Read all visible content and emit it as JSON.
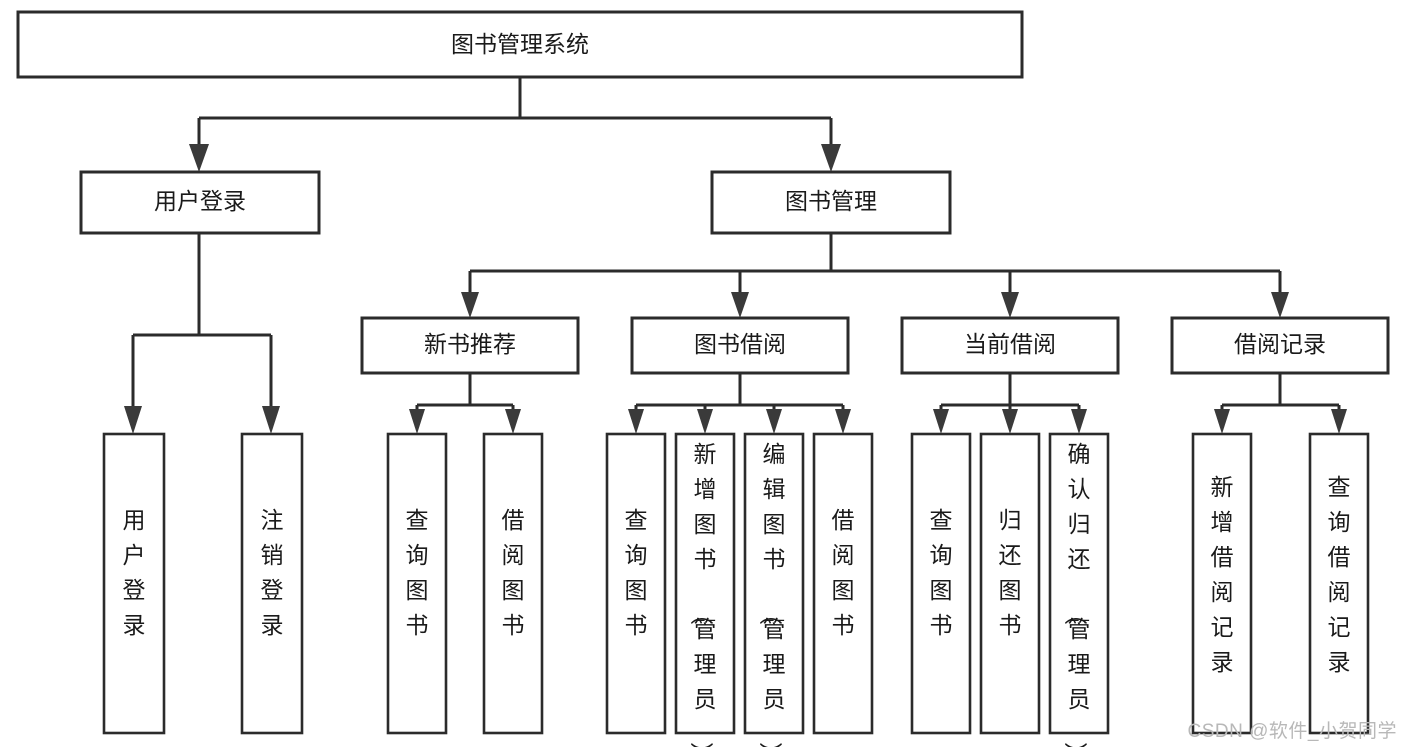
{
  "diagram": {
    "type": "tree",
    "title": "图书管理系统",
    "watermark": "CSDN @软件_小贺同学",
    "colors": {
      "background": "#ffffff",
      "box_stroke": "#2b2b2b",
      "box_fill": "#ffffff",
      "text": "#1a1a1a",
      "arrow": "#3a3a3a",
      "watermark": "#b8b8b8"
    },
    "root": {
      "label": "图书管理系统",
      "orientation": "horizontal"
    },
    "level2": [
      {
        "id": "user-login",
        "label": "用户登录",
        "orientation": "horizontal"
      },
      {
        "id": "book-manage",
        "label": "图书管理",
        "orientation": "horizontal"
      }
    ],
    "level3": [
      {
        "id": "new-book-recommend",
        "label": "新书推荐",
        "orientation": "horizontal",
        "parent": "book-manage"
      },
      {
        "id": "book-borrow",
        "label": "图书借阅",
        "orientation": "horizontal",
        "parent": "book-manage"
      },
      {
        "id": "current-borrow",
        "label": "当前借阅",
        "orientation": "horizontal",
        "parent": "book-manage"
      },
      {
        "id": "borrow-record",
        "label": "借阅记录",
        "orientation": "horizontal",
        "parent": "book-manage"
      }
    ],
    "leaves": [
      {
        "id": "leaf-user-login",
        "label": "用户登录",
        "orientation": "vertical",
        "parent": "user-login"
      },
      {
        "id": "leaf-user-logout",
        "label": "注销登录",
        "orientation": "vertical",
        "parent": "user-login"
      },
      {
        "id": "leaf-query-book-1",
        "label": "查询图书",
        "orientation": "vertical",
        "parent": "new-book-recommend"
      },
      {
        "id": "leaf-borrow-book-1",
        "label": "借阅图书",
        "orientation": "vertical",
        "parent": "new-book-recommend"
      },
      {
        "id": "leaf-query-book-2",
        "label": "查询图书",
        "orientation": "vertical",
        "parent": "book-borrow"
      },
      {
        "id": "leaf-add-book",
        "label": "新增图书（管理员）",
        "orientation": "vertical",
        "parent": "book-borrow"
      },
      {
        "id": "leaf-edit-book",
        "label": "编辑图书（管理员）",
        "orientation": "vertical",
        "parent": "book-borrow"
      },
      {
        "id": "leaf-borrow-book-2",
        "label": "借阅图书",
        "orientation": "vertical",
        "parent": "book-borrow"
      },
      {
        "id": "leaf-query-book-3",
        "label": "查询图书",
        "orientation": "vertical",
        "parent": "current-borrow"
      },
      {
        "id": "leaf-return-book",
        "label": "归还图书",
        "orientation": "vertical",
        "parent": "current-borrow"
      },
      {
        "id": "leaf-confirm-return",
        "label": "确认归还（管理员）",
        "orientation": "vertical",
        "parent": "current-borrow"
      },
      {
        "id": "leaf-add-record",
        "label": "新增借阅记录",
        "orientation": "vertical",
        "parent": "borrow-record"
      },
      {
        "id": "leaf-query-record",
        "label": "查询借阅记录",
        "orientation": "vertical",
        "parent": "borrow-record"
      }
    ]
  }
}
